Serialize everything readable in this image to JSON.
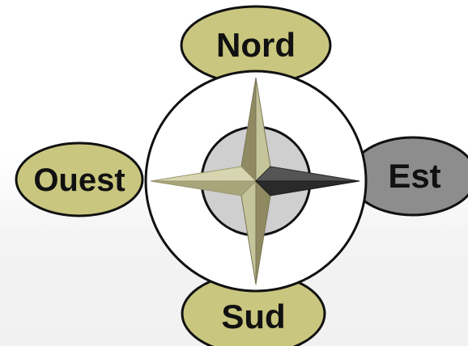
{
  "labels": {
    "north": "Nord",
    "south": "Sud",
    "west": "Ouest",
    "east": "Est"
  },
  "colors": {
    "label_olive": "#c9c67f",
    "label_gray": "#8d8d8d",
    "outline": "#111111",
    "inner_circle": "#cfcfcf",
    "needle_dark_olive": "#8f8a62",
    "needle_light_olive": "#c6c49a",
    "needle_pale": "#d8d6b0",
    "needle_black": "#2a2a2a"
  }
}
